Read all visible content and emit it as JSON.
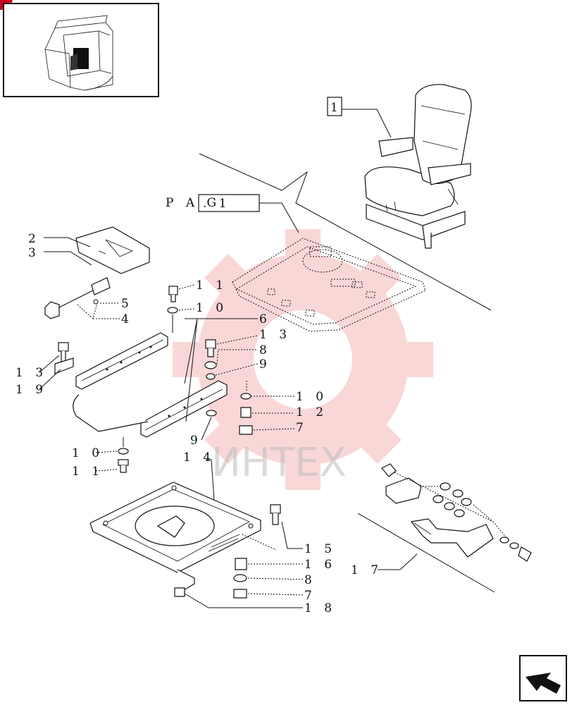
{
  "pag_ref": {
    "prefix": "P A G",
    "number": ". 1"
  },
  "seat_ref": "1",
  "watermark": {
    "text": "ИНТЕХ",
    "gear_color": "#f4a8a8"
  },
  "callouts": [
    {
      "id": "c2",
      "text": "2"
    },
    {
      "id": "c3",
      "text": "3"
    },
    {
      "id": "c5",
      "text": "5"
    },
    {
      "id": "c4",
      "text": "4"
    },
    {
      "id": "c11a",
      "text": "1 1"
    },
    {
      "id": "c10a",
      "text": "1 0"
    },
    {
      "id": "c6",
      "text": "6"
    },
    {
      "id": "c13a",
      "text": "1 3"
    },
    {
      "id": "c8a",
      "text": "8"
    },
    {
      "id": "c9a",
      "text": "9"
    },
    {
      "id": "c13b",
      "text": "1 3"
    },
    {
      "id": "c19",
      "text": "1 9"
    },
    {
      "id": "c10b",
      "text": "1 0"
    },
    {
      "id": "c12",
      "text": "1 2"
    },
    {
      "id": "c7a",
      "text": "7"
    },
    {
      "id": "c9b",
      "text": "9"
    },
    {
      "id": "c10c",
      "text": "1 0"
    },
    {
      "id": "c11b",
      "text": "1 1"
    },
    {
      "id": "c14",
      "text": "1 4"
    },
    {
      "id": "c15",
      "text": "1 5"
    },
    {
      "id": "c16",
      "text": "1 6"
    },
    {
      "id": "c8b",
      "text": "8"
    },
    {
      "id": "c7b",
      "text": "7"
    },
    {
      "id": "c18",
      "text": "1 8"
    },
    {
      "id": "c17",
      "text": "1 7"
    }
  ]
}
